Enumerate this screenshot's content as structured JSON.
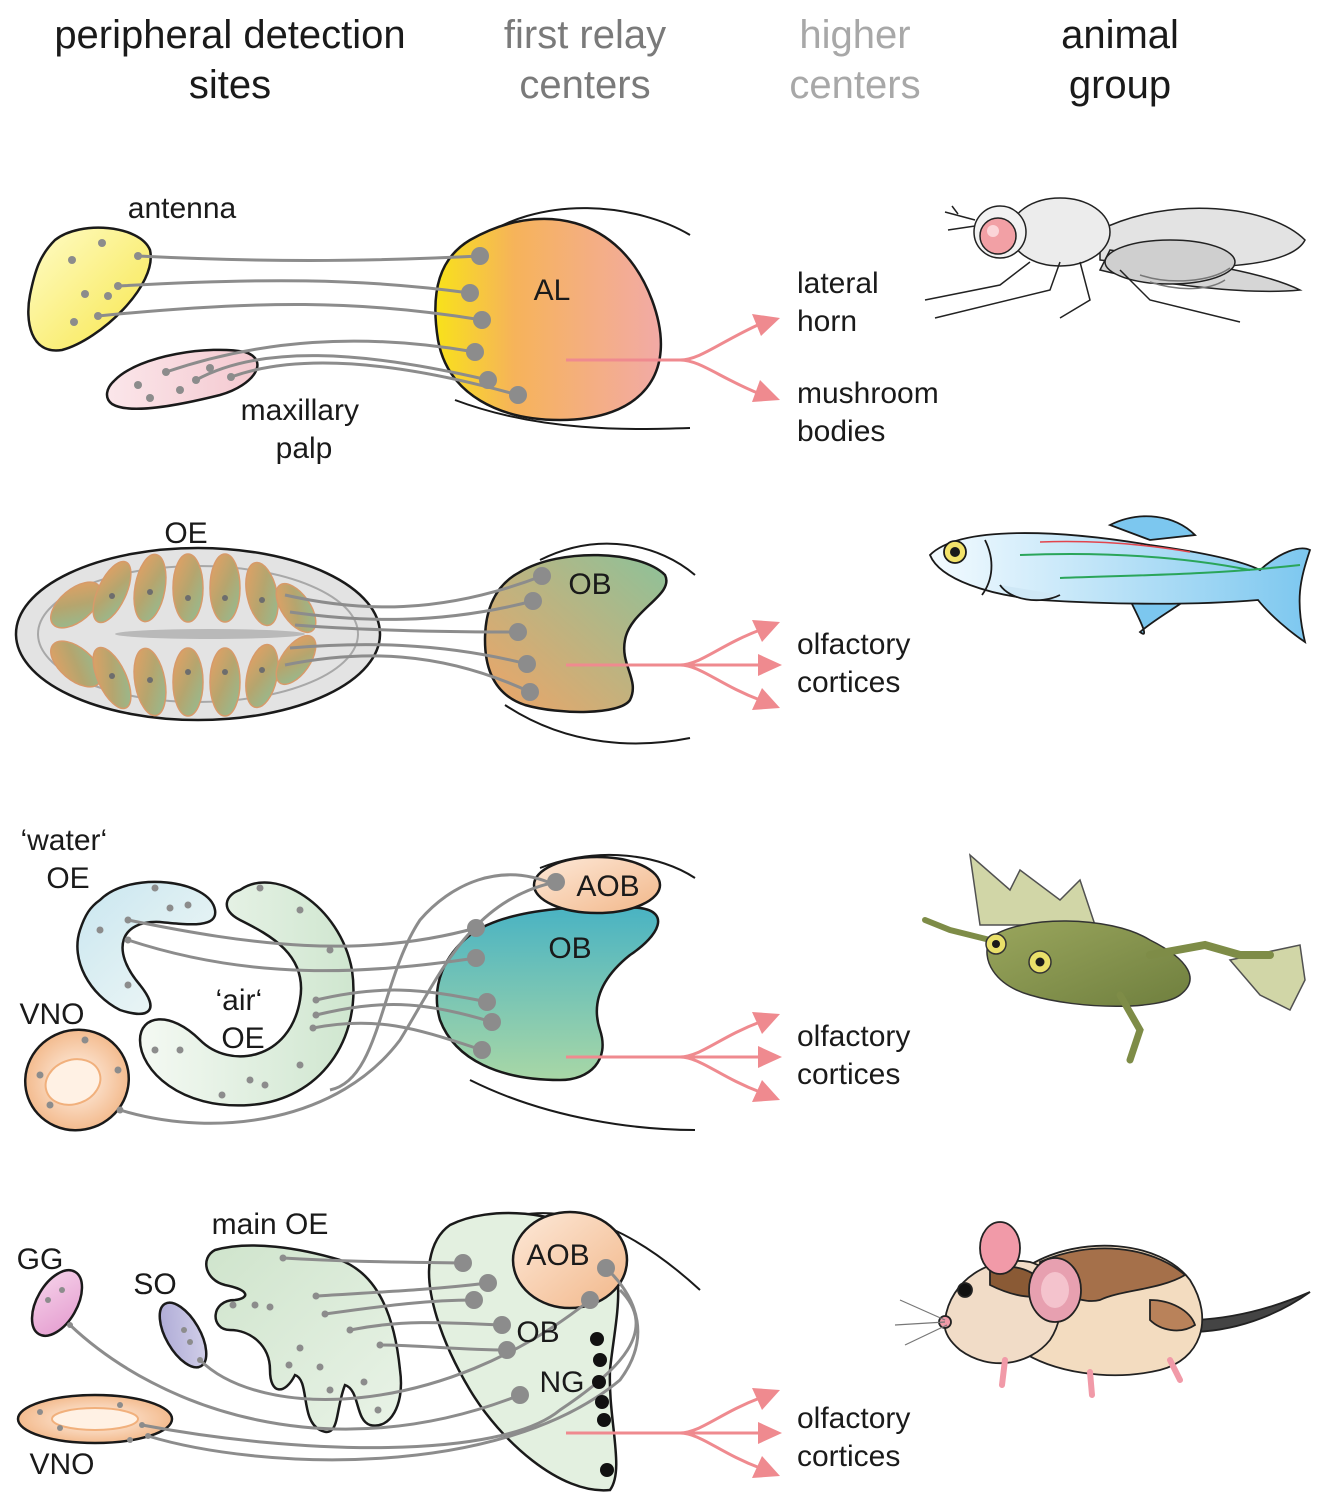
{
  "headers": {
    "col1": [
      "peripheral detection",
      "sites"
    ],
    "col2": [
      "first relay",
      "centers"
    ],
    "col3": [
      "higher",
      "centers"
    ],
    "col4": [
      "animal",
      "group"
    ]
  },
  "colors": {
    "col1_header": "#1a1a1a",
    "col2_header": "#7a7a7a",
    "col3_header": "#a8a8a8",
    "col4_header": "#1a1a1a",
    "projection_arrow": "#ef8a8f",
    "axon": "#8c8c8c",
    "neuron": "#8c8c8c"
  },
  "rows": [
    {
      "animal": "fly",
      "labels": {
        "antenna": "antenna",
        "maxillary_palp": [
          "maxillary",
          "palp"
        ],
        "relay": "AL",
        "target_1": [
          "lateral",
          "horn"
        ],
        "target_2": [
          "mushroom",
          "bodies"
        ]
      }
    },
    {
      "animal": "fish",
      "labels": {
        "oe": "OE",
        "relay": "OB",
        "target": [
          "olfactory",
          "cortices"
        ]
      }
    },
    {
      "animal": "frog",
      "labels": {
        "water_oe": [
          "‘water‘",
          "OE"
        ],
        "air_oe": [
          "‘air‘",
          "OE"
        ],
        "vno": "VNO",
        "aob": "AOB",
        "relay": "OB",
        "target": [
          "olfactory",
          "cortices"
        ]
      }
    },
    {
      "animal": "mouse",
      "labels": {
        "gg": "GG",
        "so": "SO",
        "main_oe": "main OE",
        "vno": "VNO",
        "aob": "AOB",
        "relay": "OB",
        "ng": "NG",
        "target": [
          "olfactory",
          "cortices"
        ]
      }
    }
  ]
}
